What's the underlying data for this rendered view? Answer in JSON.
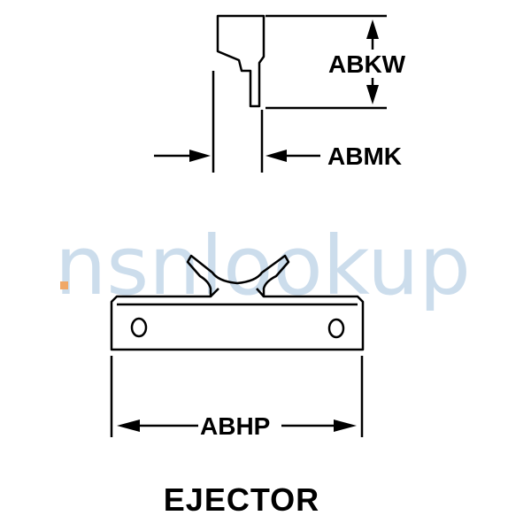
{
  "watermark": {
    "text": "nsnlookup"
  },
  "dimensions": {
    "height_label": "ABKW",
    "thickness_label": "ABMK",
    "width_label": "ABHP"
  },
  "caption": "EJECTOR",
  "colors": {
    "line": "#000000",
    "watermark": "#bcd2e6",
    "watermark_accent": "#f0a868"
  }
}
